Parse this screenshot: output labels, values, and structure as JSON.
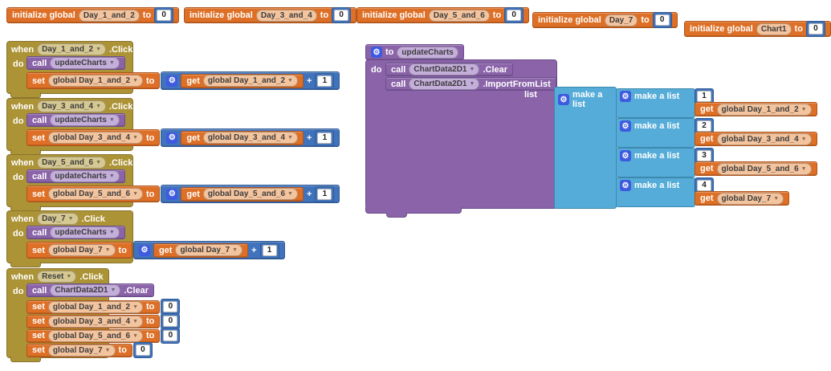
{
  "colors": {
    "event_gold": "#AC9336",
    "variable_orange": "#DE6F26",
    "procedure_purple": "#8A63A8",
    "math_blue": "#4173BC",
    "list_cyan": "#55ACD8",
    "gear_blue": "#3E5BE0",
    "pill_orange": "#F3C49E",
    "pill_lavender": "#C4AEDA",
    "pill_tan": "#D6C893"
  },
  "labels": {
    "when": "when",
    "do": "do",
    "call": "call",
    "set": "set",
    "get": "get",
    "to": "to",
    "initialize_global": "initialize global",
    "plus": "+",
    "make_a_list": "make a list"
  },
  "globals": [
    {
      "name": "Day_1_and_2",
      "value": "0"
    },
    {
      "name": "Day_3_and_4",
      "value": "0"
    },
    {
      "name": "Day_5_and_6",
      "value": "0"
    },
    {
      "name": "Day_7",
      "value": "0"
    },
    {
      "name": "Chart1",
      "value": "0"
    }
  ],
  "events": [
    {
      "component": "Day_1_and_2",
      "event": ".Click",
      "call_proc": "updateCharts",
      "set_var": "global Day_1_and_2",
      "get_var": "global Day_1_and_2",
      "increment": "1"
    },
    {
      "component": "Day_3_and_4",
      "event": ".Click",
      "call_proc": "updateCharts",
      "set_var": "global Day_3_and_4",
      "get_var": "global Day_3_and_4",
      "increment": "1"
    },
    {
      "component": "Day_5_and_6",
      "event": ".Click",
      "call_proc": "updateCharts",
      "set_var": "global Day_5_and_6",
      "get_var": "global Day_5_and_6",
      "increment": "1"
    },
    {
      "component": "Day_7",
      "event": ".Click",
      "call_proc": "updateCharts",
      "set_var": "global Day_7",
      "get_var": "global Day_7",
      "increment": "1"
    }
  ],
  "reset": {
    "component": "Reset",
    "event": ".Click",
    "call_component": "ChartData2D1",
    "call_method": ".Clear",
    "sets": [
      {
        "var": "global Day_1_and_2",
        "value": "0"
      },
      {
        "var": "global Day_3_and_4",
        "value": "0"
      },
      {
        "var": "global Day_5_and_6",
        "value": "0"
      },
      {
        "var": "global Day_7",
        "value": "0"
      }
    ]
  },
  "procedure": {
    "name": "updateCharts",
    "calls": [
      {
        "component": "ChartData2D1",
        "method": ".Clear"
      },
      {
        "component": "ChartData2D1",
        "method": ".ImportFromList"
      }
    ],
    "list_label": "list",
    "items": [
      {
        "index": "1",
        "get_var": "global Day_1_and_2"
      },
      {
        "index": "2",
        "get_var": "global Day_3_and_4"
      },
      {
        "index": "3",
        "get_var": "global Day_5_and_6"
      },
      {
        "index": "4",
        "get_var": "global Day_7"
      }
    ]
  }
}
